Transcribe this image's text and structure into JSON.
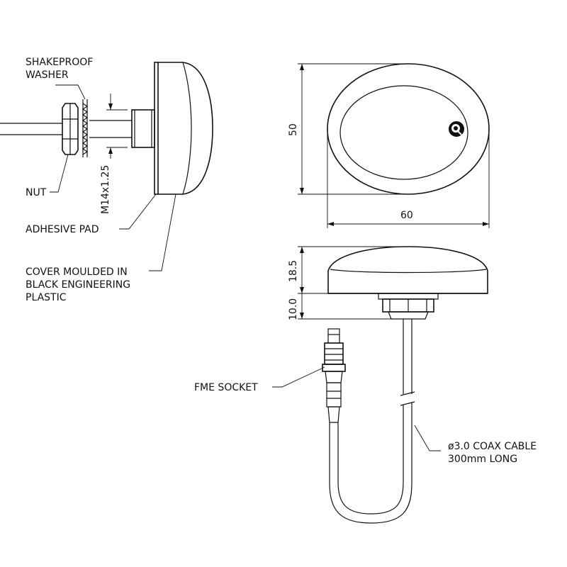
{
  "labels": {
    "shakeproof_washer_line1": "SHAKEPROOF",
    "shakeproof_washer_line2": "WASHER",
    "nut": "NUT",
    "thread_spec": "M14x1.25",
    "adhesive_pad": "ADHESIVE PAD",
    "cover_line1": "COVER MOULDED IN",
    "cover_line2": "BLACK ENGINEERING",
    "cover_line3": "PLASTIC",
    "fme_socket": "FME SOCKET",
    "coax_line1": "ø3.0 COAX CABLE",
    "coax_line2": "300mm LONG"
  },
  "dimensions": {
    "height_top": "50",
    "width_top": "60",
    "cover_height": "18.5",
    "thread_length": "10.0"
  },
  "colors": {
    "line": "#111111",
    "background": "#ffffff"
  }
}
